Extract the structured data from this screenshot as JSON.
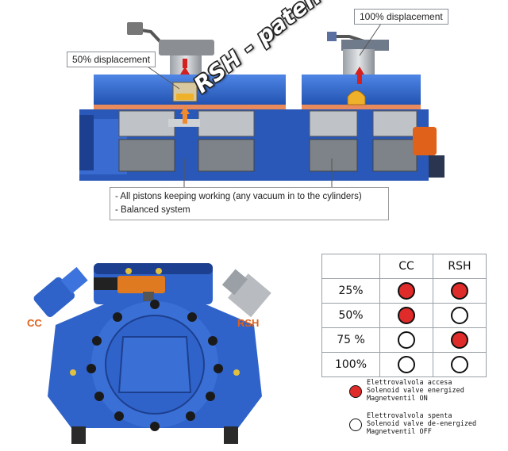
{
  "top": {
    "callout_left": "50% displacement",
    "callout_right": "100% displacement",
    "stamp": "RSH - patented",
    "notes": [
      "- All pistons keeping working (any vacuum in to the cylinders)",
      "- Balanced system"
    ]
  },
  "compressor": {
    "label_left": "CC",
    "label_right": "RSH"
  },
  "table": {
    "headers": [
      "",
      "CC",
      "RSH"
    ],
    "rows": [
      {
        "label": "25%",
        "cc": "on",
        "rsh": "on"
      },
      {
        "label": "50%",
        "cc": "on",
        "rsh": "off"
      },
      {
        "label": "75 %",
        "cc": "off",
        "rsh": "on"
      },
      {
        "label": "100%",
        "cc": "off",
        "rsh": "off"
      }
    ]
  },
  "legend": {
    "on": [
      "Elettrovalvola accesa",
      "Solenoid valve energized",
      "Magnetventil ON"
    ],
    "off": [
      "Elettrovalvola spenta",
      "Solenoid valve de-energized",
      "Magnetventil OFF"
    ]
  },
  "colors": {
    "machine_blue": "#2f63c9",
    "machine_dark": "#1d3f8f",
    "solenoid_red": "#e02b2b",
    "label_orange": "#e0611a"
  }
}
